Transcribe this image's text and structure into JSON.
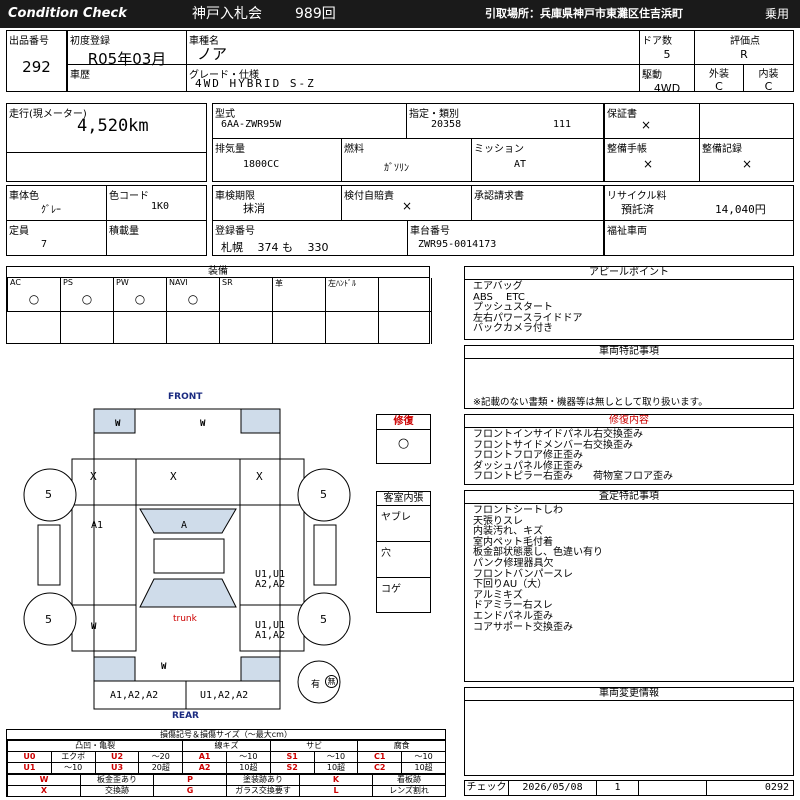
{
  "header": {
    "brand": "Condition  Check",
    "auction": "神戸入札会",
    "auction_no": "989回",
    "location": "引取場所：兵庫県神戸市東灘区住吉浜町",
    "category": "乗用"
  },
  "car": {
    "lot_label": "出品番号",
    "lot": "292",
    "reg_label": "初度登録",
    "reg": "R05年03月",
    "name_label": "車種名",
    "name": "ノア",
    "history_label": "車歴",
    "grade_label": "グレード・仕様",
    "grade": "4WD HYBRID S-Z",
    "doors_label": "ドア数",
    "doors": "5",
    "drive_label": "駆動",
    "drive": "4WD",
    "score_label": "評価点",
    "score": "R",
    "ext_label": "外装",
    "ext": "C",
    "int_label": "内装",
    "int": "C"
  },
  "spec": {
    "mileage_label": "走行(現メーター)",
    "mileage": "4,520km",
    "model_label": "型式",
    "model": "6AA-ZWR95W",
    "type_label": "指定・類別",
    "type_no": "20358",
    "class_no": "111",
    "warranty_label": "保証書",
    "warranty": "×",
    "disp_label": "排気量",
    "disp": "1800CC",
    "fuel_label": "燃料",
    "fuel": "ｶﾞｿﾘﾝ",
    "mission_label": "ミッション",
    "mission": "AT",
    "manual_label": "整備手帳",
    "manual": "×",
    "record_label": "整備記録",
    "record": "×",
    "color_label": "車体色",
    "color": "ｸﾞﾚｰ",
    "color_code_label": "色コード",
    "color_code": "1K0",
    "inspection_label": "車検期限",
    "inspection": "抹消",
    "selfcheck_label": "検付自賠責",
    "selfcheck": "×",
    "approval_label": "承認請求書",
    "recycle_label": "リサイクル料",
    "recycle_status": "預託済",
    "recycle_fee": "14,040円",
    "capacity_label": "定員",
    "capacity": "7",
    "load_label": "積載量",
    "plate_label": "登録番号",
    "plate": "札幌　 374 も　 330",
    "chassis_label": "車台番号",
    "chassis": "ZWR95-0014173",
    "welfare_label": "福祉車両"
  },
  "equipment": {
    "title": "装備",
    "cols": [
      "AC",
      "PS",
      "PW",
      "NAVI",
      "SR",
      "革",
      "左ﾊﾝﾄﾞﾙ",
      ""
    ],
    "marks": [
      "○",
      "○",
      "○",
      "○",
      "",
      "",
      "",
      ""
    ]
  },
  "diagram": {
    "front": "FRONT",
    "rear": "REAR",
    "trunk": "trunk",
    "tires": [
      "5",
      "5",
      "5",
      "5"
    ],
    "marks": {
      "fl": "X",
      "fc": "X",
      "fr": "X",
      "a1": "A1",
      "roof": "A",
      "rq": "U1,U1\nA2,A2",
      "rr": "U1,U1\nA1,A2",
      "rbl": "A1,A2,A2",
      "rbr": "U1,A2,A2"
    },
    "w": "W",
    "spare": "有",
    "spare_mark": "無"
  },
  "repair": {
    "title": "修復",
    "mark": "○"
  },
  "interior": {
    "title": "客室内張",
    "rows": [
      "ヤブレ",
      "穴",
      "コゲ"
    ]
  },
  "appeal": {
    "title": "アピールポイント",
    "text": "エアバッグ\nABS　 ETC\nプッシュスタート\n左右パワースライドドア\nバックカメラ付き"
  },
  "special": {
    "title": "車両特記事項",
    "text": "※記載のない書類・機器等は無しとして取り扱います。"
  },
  "repair_detail": {
    "title": "修復内容",
    "text": "フロントインサイドパネル右交換歪み\nフロントサイドメンバー右交換歪み\nフロントフロア修正歪み\nダッシュパネル修正歪み\nフロントピラー右歪み　　荷物室フロア歪み"
  },
  "inspector": {
    "title": "査定特記事項",
    "text": "フロントシートしわ\n天張りスレ\n内装汚れ、キズ\n室内ペット毛付着\n板金部状態悪し、色違い有り\nパンク修理器具欠\nフロントバンパースレ\n下回りAU（大）\nアルミキズ\nドアミラー右スレ\nエンドパネル歪み\nコアサポート交換歪み"
  },
  "change": {
    "title": "車両変更情報"
  },
  "footer": {
    "check_label": "チェック",
    "date": "2026/05/08",
    "n": "1",
    "code": "0292"
  },
  "legend": {
    "title": "損傷記号＆損傷サイズ（～最大cm）",
    "heads": [
      "凸凹・亀裂",
      "線キズ",
      "サビ",
      "腐食"
    ],
    "rows": [
      [
        "U0",
        "エクボ",
        "U2",
        "～20",
        "A1",
        "～10",
        "S1",
        "～10",
        "C1",
        "～10"
      ],
      [
        "U1",
        "～10",
        "U3",
        "20超",
        "A2",
        "10超",
        "S2",
        "10超",
        "C2",
        "10超"
      ]
    ],
    "rows2": [
      [
        "W",
        "板金歪あり",
        "P",
        "塗装跡あり",
        "K",
        "看板跡"
      ],
      [
        "X",
        "交換跡",
        "G",
        "ガラス交換要す",
        "L",
        "レンズ割れ"
      ]
    ]
  },
  "colors": {
    "header_bg": "#1a1a1a",
    "panel_blue": "#cfdcea",
    "red": "#cc0000",
    "navy": "#1a2a80"
  }
}
